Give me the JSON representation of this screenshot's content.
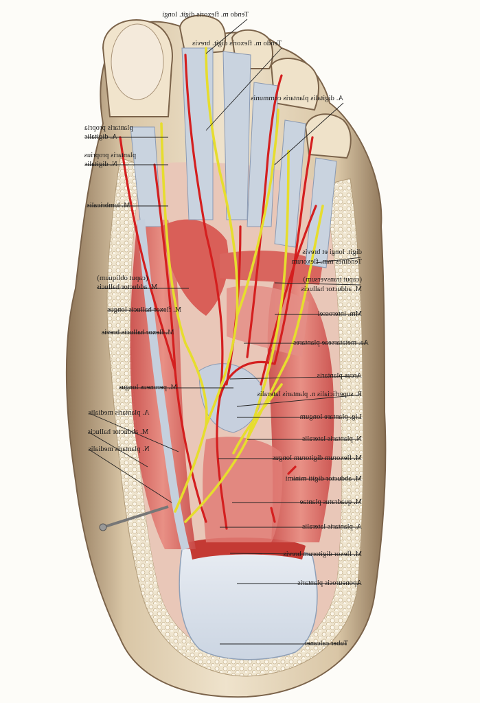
{
  "labels": {
    "tendo_flexoris_longi": "Tendo m. flexoris digit. longi",
    "tendo_flexoris_brevis": "Tendo m. flexoris digit. brevis",
    "a_digitalis_plantaris_communis": "A. digitalis plantaris communis",
    "a_digitalis_plantaris_propria_1": "plantaris propria",
    "a_digitalis_plantaris_propria_2": "A. digitalis",
    "n_digitalis_plantaris_proprius_1": "plantaris proprius",
    "n_digitalis_plantaris_proprius_2": "N. digitalis",
    "m_lumbricalis": "M. lumbricalis",
    "tendines_flexorum_1": "digit. longi et brevis",
    "tendines_flexorum_2": "Tendines mm. flexorum",
    "adductor_transversum_1": "(caput transversum)",
    "adductor_transversum_2": "M. adductor hallucis",
    "adductor_obliquum_1": "(caput obliquum)",
    "adductor_obliquum_2": "M. adductor hallucis",
    "flexor_hallucis_longus": "M. flexor hallucis longus",
    "mm_interossei": "Mm. interossei",
    "flexor_hallucis_brevis": "M. flexor hallucis brevis",
    "aa_metatarseae": "Aa. metatarseae plantares",
    "arcus_plantaris": "Arcus plantaris",
    "peroneus_longus": "M. peroneus longus",
    "r_superficialis": "R. superficialis n. plantaris lateralis",
    "a_plantaris_medialis": "A. plantaris medialis",
    "lig_plantare_longum": "Lig. plantare longum",
    "abductor_hallucis": "M. abductor hallucis",
    "n_plantaris_lateralis": "N. plantaris lateralis",
    "n_plantaris_medialis": "N. plantaris medialis",
    "flexor_digitorum_longus": "M. flexorum digitorum longus",
    "abductor_digiti_minimi": "M. abductor digiti minimi",
    "quadratus_plantae": "M. quadratus plantae",
    "a_plantaris_lateralis": "A. plantaris lateralis",
    "flexor_digitorum_brevis": "M. flexor digitorum brevis",
    "aponeurosis_plantaris": "Aponeurosis plantaris",
    "tuber_calcanei": "Tuber calcanei"
  },
  "colors": {
    "skin": "#efe0c8",
    "skin_shadow": "#9c8566",
    "muscle": "#dc6f68",
    "artery": "#d81e1e",
    "nerve": "#e8e13c",
    "tendon": "#c9d3df",
    "aponeurosis": "#e7ebf1"
  }
}
